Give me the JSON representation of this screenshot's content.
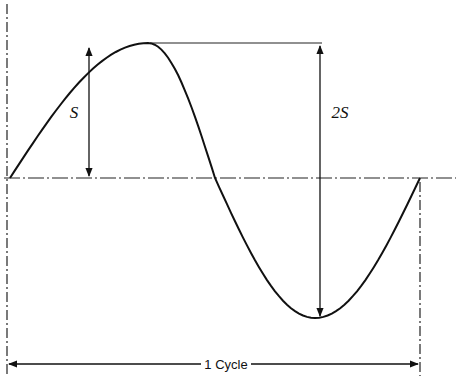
{
  "diagram": {
    "labels": [
      "S",
      "2S",
      "1 Cycle"
    ]
  }
}
